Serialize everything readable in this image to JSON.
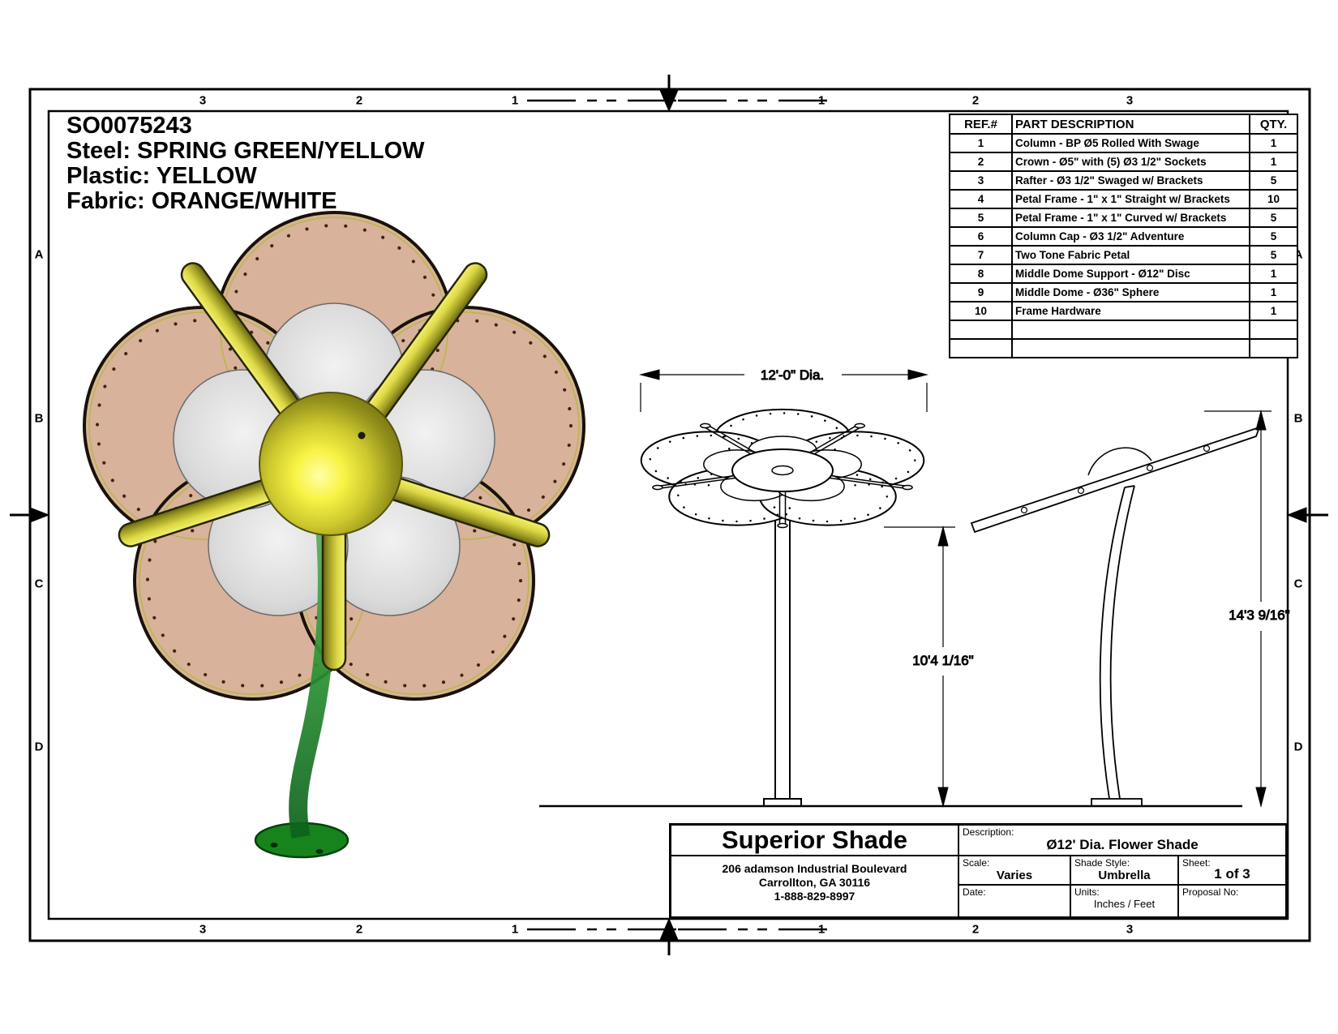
{
  "sheet": {
    "order_no": "SO0075243",
    "spec_lines": [
      "Steel: SPRING GREEN/YELLOW",
      "Plastic: YELLOW",
      "Fabric: ORANGE/WHITE"
    ]
  },
  "zones": {
    "columns": [
      "3",
      "2",
      "1",
      "1",
      "2",
      "3"
    ],
    "rows": [
      "A",
      "B",
      "C",
      "D"
    ]
  },
  "parts_table": {
    "headers": {
      "ref": "REF.#",
      "desc": "PART DESCRIPTION",
      "qty": "QTY."
    },
    "rows": [
      {
        "ref": "1",
        "desc": "Column - BP Ø5 Rolled With Swage",
        "qty": "1"
      },
      {
        "ref": "2",
        "desc": "Crown - Ø5\" with (5) Ø3 1/2\" Sockets",
        "qty": "1"
      },
      {
        "ref": "3",
        "desc": "Rafter - Ø3 1/2\" Swaged w/ Brackets",
        "qty": "5"
      },
      {
        "ref": "4",
        "desc": "Petal Frame - 1\" x 1\" Straight w/ Brackets",
        "qty": "10"
      },
      {
        "ref": "5",
        "desc": "Petal Frame - 1\" x 1\" Curved w/ Brackets",
        "qty": "5"
      },
      {
        "ref": "6",
        "desc": "Column Cap - Ø3 1/2\" Adventure",
        "qty": "5"
      },
      {
        "ref": "7",
        "desc": "Two Tone Fabric Petal",
        "qty": "5"
      },
      {
        "ref": "8",
        "desc": "Middle Dome Support - Ø12\" Disc",
        "qty": "1"
      },
      {
        "ref": "9",
        "desc": "Middle Dome - Ø36\" Sphere",
        "qty": "1"
      },
      {
        "ref": "10",
        "desc": "Frame Hardware",
        "qty": "1"
      },
      {
        "ref": "",
        "desc": "",
        "qty": ""
      },
      {
        "ref": "",
        "desc": "",
        "qty": ""
      }
    ]
  },
  "dimensions": {
    "diameter": "12'-0\" Dia.",
    "eave_height": "10'4 1/16\"",
    "overall_height": "14'3 9/16\""
  },
  "title_block": {
    "company": "Superior Shade",
    "address_line1": "206 adamson Industrial Boulevard",
    "address_line2": "Carrollton, GA  30116",
    "address_line3": "1-888-829-8997",
    "description_label": "Description:",
    "description": "Ø12' Dia. Flower Shade",
    "scale_label": "Scale:",
    "scale": "Varies",
    "style_label": "Shade Style:",
    "style": "Umbrella",
    "sheet_label": "Sheet:",
    "sheet": "1 of 3",
    "date_label": "Date:",
    "date": "",
    "units_label": "Units:",
    "units": "Inches / Feet",
    "proposal_label": "Proposal No:",
    "proposal": ""
  },
  "colors": {
    "petal_fabric": "#d8b29a",
    "inner_petal": "#d9d9d9",
    "dome_yellow": "#e8e23c",
    "stem_green": "#1d8a1d",
    "line": "#000000"
  }
}
